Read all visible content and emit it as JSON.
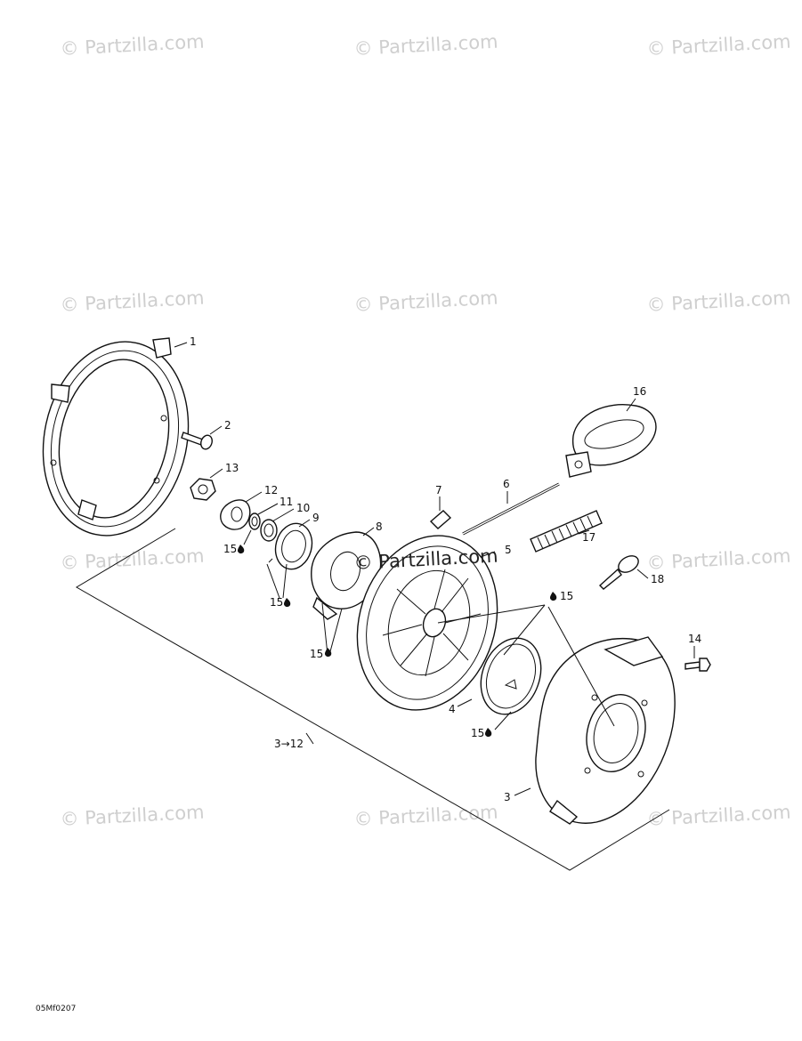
{
  "watermark_text": "© Partzilla.com",
  "figure_code": "05Mf0207",
  "callouts": {
    "c1": "1",
    "c2": "2",
    "c3a": "3",
    "c3range": "3→12",
    "c4": "4",
    "c5": "5",
    "c6": "6",
    "c7": "7",
    "c8": "8",
    "c9": "9",
    "c10": "10",
    "c11": "11",
    "c12": "12",
    "c13": "13",
    "c14": "14",
    "c16": "16",
    "c17": "17",
    "c18": "18",
    "c15a": "15",
    "c15b": "15",
    "c15c": "15",
    "c15d": "15",
    "c15e": "15"
  }
}
